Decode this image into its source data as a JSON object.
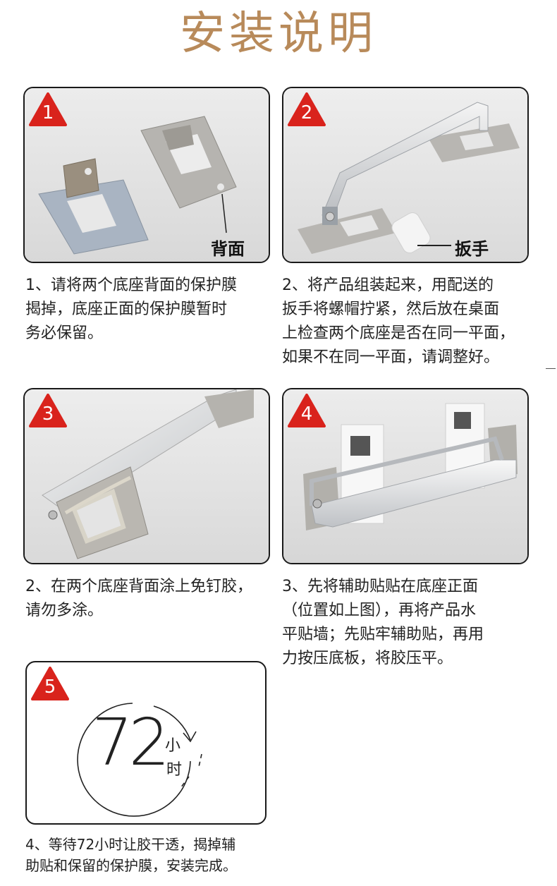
{
  "page": {
    "title": "安装说明"
  },
  "steps": [
    {
      "badge": "1",
      "label": "背面",
      "caption": [
        "1、请将两个底座背面的保护膜",
        "揭掉，底座正面的保护膜暂时",
        "务必保留。"
      ]
    },
    {
      "badge": "2",
      "label": "扳手",
      "caption": [
        "2、将产品组装起来，用配送的",
        "扳手将螺帽拧紧，然后放在桌面",
        "上检查两个底座是否在同一平面，",
        "如果不在同一平面，请调整好。"
      ]
    },
    {
      "badge": "3",
      "caption": [
        "2、在两个底座背面涂上免钉胶，",
        "请勿多涂。"
      ]
    },
    {
      "badge": "4",
      "caption": [
        "3、先将辅助贴贴在底座正面",
        "（位置如上图），再将产品水",
        "平贴墙；先贴牢辅助贴，再用",
        "力按压底板，将胶压平。"
      ]
    },
    {
      "badge": "5",
      "hours": "72",
      "unit_1": "小",
      "unit_2": "时",
      "caption": [
        "4、等待72小时让胶干透，揭掉辅",
        "助贴和保留的保护膜，安装完成。"
      ]
    }
  ],
  "colors": {
    "badge_red": "#d9231c",
    "title_gold": "#b88a5a"
  }
}
